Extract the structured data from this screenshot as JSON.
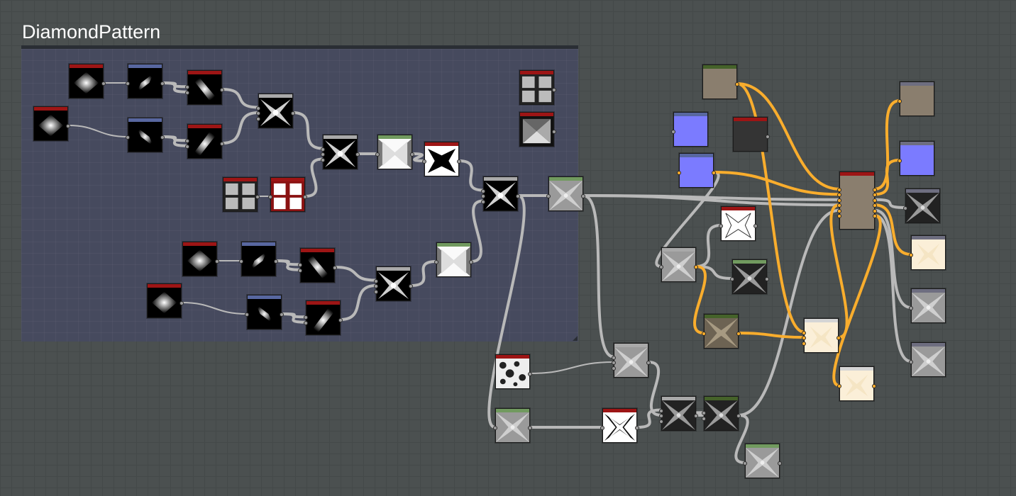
{
  "graph": {
    "frame_title": "DiamondPattern"
  },
  "colors": {
    "canvas": "#4b5050",
    "frame_bg": "#464a5e",
    "wire_gray": "#b9b9b9",
    "wire_orange": "#f9ad2d",
    "header_red": "#9d1515",
    "header_blue": "#5867a0",
    "header_gray": "#a9a9a9",
    "header_green": "#719a5f",
    "header_darkgreen": "#45622a",
    "header_slate": "#6e6e80",
    "header_cream": "#d5d5d5"
  },
  "nodes": [
    {
      "id": "shape_a",
      "icon": "diamond-gradient",
      "header": "header_red",
      "thumb": "diamond",
      "ins": 0,
      "outs": 1
    },
    {
      "id": "transform_a",
      "icon": "skew",
      "header": "header_blue",
      "thumb": "skew-diamond",
      "ins": 1,
      "outs": 1
    },
    {
      "id": "directional_a",
      "icon": "warp",
      "header": "header_red",
      "thumb": "diag-down",
      "ins": 2,
      "outs": 1
    },
    {
      "id": "shape_b",
      "icon": "diamond-gradient",
      "header": "header_red",
      "thumb": "diamond",
      "ins": 0,
      "outs": 1
    },
    {
      "id": "transform_b",
      "icon": "skew",
      "header": "header_blue",
      "thumb": "skew-diamond-r",
      "ins": 1,
      "outs": 1
    },
    {
      "id": "directional_b",
      "icon": "warp",
      "header": "header_red",
      "thumb": "diag-up",
      "ins": 2,
      "outs": 1
    },
    {
      "id": "blend_a",
      "icon": "blend",
      "header": "header_gray",
      "thumb": "x-star",
      "ins": 3,
      "outs": 1
    },
    {
      "id": "blend_b",
      "icon": "blend",
      "header": "header_gray",
      "thumb": "x-star",
      "ins": 3,
      "outs": 1
    },
    {
      "id": "levels_a",
      "icon": "levels",
      "header": "header_green",
      "thumb": "white-x",
      "ins": 1,
      "outs": 1
    },
    {
      "id": "threshold_a",
      "icon": "threshold",
      "header": "header_red",
      "thumb": "black-cross",
      "ins": 1,
      "outs": 1
    },
    {
      "id": "tile_a",
      "icon": "tile",
      "header": "header_red",
      "thumb": "tile-4",
      "ins": 0,
      "outs": 1
    },
    {
      "id": "tile_b",
      "icon": "tile-white",
      "header": "header_red",
      "thumb": "tile-white",
      "ins": 1,
      "outs": 1
    },
    {
      "id": "tile_c",
      "icon": "tile",
      "header": "header_red",
      "thumb": "tile-4",
      "ins": 0,
      "outs": 1
    },
    {
      "id": "gradient_c",
      "icon": "pyramid",
      "header": "header_red",
      "thumb": "pyramid",
      "ins": 0,
      "outs": 1
    },
    {
      "id": "shape_c",
      "icon": "diamond-gradient",
      "header": "header_red",
      "thumb": "diamond",
      "ins": 0,
      "outs": 1
    },
    {
      "id": "transform_c",
      "icon": "skew",
      "header": "header_blue",
      "thumb": "skew-diamond",
      "ins": 1,
      "outs": 1
    },
    {
      "id": "directional_c",
      "icon": "warp",
      "header": "header_red",
      "thumb": "diag-down",
      "ins": 2,
      "outs": 1
    },
    {
      "id": "shape_d",
      "icon": "diamond-gradient",
      "header": "header_red",
      "thumb": "diamond",
      "ins": 0,
      "outs": 1
    },
    {
      "id": "transform_d",
      "icon": "skew",
      "header": "header_blue",
      "thumb": "skew-diamond-r",
      "ins": 1,
      "outs": 1
    },
    {
      "id": "directional_d",
      "icon": "warp",
      "header": "header_red",
      "thumb": "diag-up",
      "ins": 2,
      "outs": 1
    },
    {
      "id": "blend_c",
      "icon": "blend",
      "header": "header_gray",
      "thumb": "x-star",
      "ins": 3,
      "outs": 1
    },
    {
      "id": "levels_b",
      "icon": "levels",
      "header": "header_green",
      "thumb": "white-x",
      "ins": 1,
      "outs": 1
    },
    {
      "id": "blend_d",
      "icon": "blend",
      "header": "header_gray",
      "thumb": "x-star",
      "ins": 3,
      "outs": 1
    },
    {
      "id": "levels_c",
      "icon": "levels",
      "header": "header_green",
      "thumb": "gray-star",
      "ins": 1,
      "outs": 1
    },
    {
      "id": "base_color",
      "icon": "color",
      "header": "header_darkgreen",
      "thumb": "flat-brown",
      "ins": 0,
      "outs": 1
    },
    {
      "id": "normal_a",
      "icon": "normal",
      "header": "header_blue",
      "thumb": "flat-blue",
      "ins": 1,
      "outs": 0
    },
    {
      "id": "dark_color",
      "icon": "color",
      "header": "header_red",
      "thumb": "flat-dark",
      "ins": 0,
      "outs": 1
    },
    {
      "id": "normal_b",
      "icon": "normal",
      "header": "header_blue",
      "thumb": "flat-blue",
      "ins": 1,
      "outs": 1
    },
    {
      "id": "threshold_b",
      "icon": "threshold",
      "header": "header_red",
      "thumb": "white-frame",
      "ins": 1,
      "outs": 1
    },
    {
      "id": "blur_a",
      "icon": "blur",
      "header": "header_gray",
      "thumb": "gray-star",
      "ins": 1,
      "outs": 1
    },
    {
      "id": "curvature",
      "icon": "curvature",
      "header": "header_green",
      "thumb": "dark-star",
      "ins": 1,
      "outs": 1
    },
    {
      "id": "colorize",
      "icon": "gradient-map",
      "header": "header_darkgreen",
      "thumb": "brown-star",
      "ins": 1,
      "outs": 1
    },
    {
      "id": "material",
      "icon": "material",
      "header": "header_red",
      "thumb": "flat-brown",
      "ins": 6,
      "outs": 6
    },
    {
      "id": "output_basecolor",
      "icon": "output",
      "header": "header_slate",
      "thumb": "flat-brown",
      "ins": 1,
      "outs": 0
    },
    {
      "id": "output_normal",
      "icon": "output",
      "header": "header_slate",
      "thumb": "flat-blue",
      "ins": 1,
      "outs": 0
    },
    {
      "id": "output_height",
      "icon": "output",
      "header": "header_slate",
      "thumb": "dark-star",
      "ins": 1,
      "outs": 0
    },
    {
      "id": "output_ao",
      "icon": "output",
      "header": "header_slate",
      "thumb": "cream",
      "ins": 1,
      "outs": 0
    },
    {
      "id": "output_roughness",
      "icon": "output",
      "header": "header_slate",
      "thumb": "gray-star",
      "ins": 1,
      "outs": 0
    },
    {
      "id": "output_metallic",
      "icon": "output",
      "header": "header_slate",
      "thumb": "gray-star",
      "ins": 1,
      "outs": 0
    },
    {
      "id": "ao_a",
      "icon": "ambient-occlusion",
      "header": "header_cream",
      "thumb": "cream",
      "ins": 3,
      "outs": 1
    },
    {
      "id": "ao_b",
      "icon": "ambient-occlusion",
      "header": "header_cream",
      "thumb": "cream",
      "ins": 1,
      "outs": 1
    },
    {
      "id": "noise",
      "icon": "noise",
      "header": "header_red",
      "thumb": "noise",
      "ins": 0,
      "outs": 1
    },
    {
      "id": "blend_e",
      "icon": "blend",
      "header": "header_gray",
      "thumb": "gray-star",
      "ins": 3,
      "outs": 1
    },
    {
      "id": "levels_d",
      "icon": "levels",
      "header": "header_green",
      "thumb": "gray-star",
      "ins": 1,
      "outs": 1
    },
    {
      "id": "threshold_c",
      "icon": "threshold",
      "header": "header_red",
      "thumb": "white-cross",
      "ins": 1,
      "outs": 1
    },
    {
      "id": "blend_f",
      "icon": "blend",
      "header": "header_gray",
      "thumb": "dark-star",
      "ins": 3,
      "outs": 1
    },
    {
      "id": "blend_g",
      "icon": "blend",
      "header": "header_darkgreen",
      "thumb": "dark-star",
      "ins": 2,
      "outs": 1
    },
    {
      "id": "levels_e",
      "icon": "levels",
      "header": "header_green",
      "thumb": "gray-star",
      "ins": 1,
      "outs": 1
    }
  ]
}
